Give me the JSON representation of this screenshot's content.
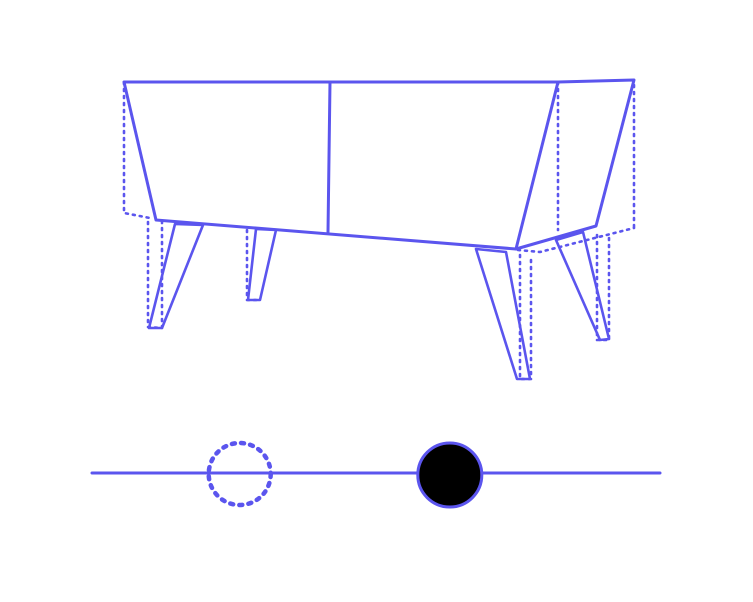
{
  "colors": {
    "stroke": "#5b55ee",
    "knob_fill": "#000000",
    "background": "#ffffff"
  },
  "illustration": {
    "subject": "cabinet-perspective-drawing",
    "variants": [
      "solid",
      "dotted"
    ]
  },
  "slider": {
    "value": 0.63,
    "ghost_value": 0.26
  }
}
